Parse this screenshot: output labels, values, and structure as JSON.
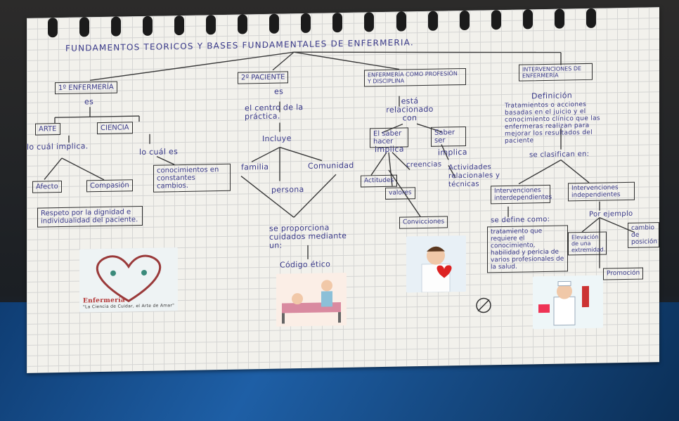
{
  "title": "FUNDAMENTOS TEORICOS Y BASES FUNDAMENTALES DE ENFERMERIA.",
  "col1": {
    "heading": "1º ENFERMERÍA",
    "es": "es",
    "arte": "ARTE",
    "ciencia": "CIENCIA",
    "lo_cual_implica": "lo cuál implica.",
    "lo_cual_es": "lo cuál es",
    "afecto": "Afecto",
    "compasion": "Compasión",
    "conocimientos": "conocimientos en constantes cambios.",
    "respeto": "Respeto por la dignidad e individualidad del paciente.",
    "logo_title": "Enfermería",
    "logo_sub": "\"La Ciencia de Cuidar, el Arte de Amar\""
  },
  "col2": {
    "heading": "2º PACIENTE",
    "es": "es",
    "centro": "el centro de la práctica.",
    "incluye": "Incluye",
    "familia": "familia",
    "comunidad": "Comunidad",
    "persona": "persona",
    "se_proporciona": "se proporciona cuidados mediante un:",
    "codigo": "Código ético"
  },
  "col3": {
    "heading": "ENFERMERÍA COMO PROFESIÓN Y DISCIPLINA",
    "relacionado": "está relacionado con",
    "saber_hacer": "El saber hacer",
    "saber_ser": "Saber ser",
    "implica1": "implica",
    "implica2": "implica",
    "actitudes": "Actitudes",
    "valores": "valores",
    "creencias": "creencias",
    "convicciones": "Convicciones",
    "actividades": "Actividades relacionales y técnicas"
  },
  "col4": {
    "heading": "INTERVENCIONES DE ENFERMERÍA",
    "definicion": "Definición",
    "def_text": "Tratamientos o acciones basadas en el juicio y el conocimiento clínico que las enfermeras realizan para mejorar los resultados del paciente",
    "se_clasifican": "se clasifican en:",
    "interdependientes": "Intervenciones interdependientes",
    "independientes": "Intervenciones independientes",
    "se_define": "se define como:",
    "tratamiento": "tratamiento que requiere el conocimiento, habilidad y pericia de varios profesionales de la salud.",
    "por_ejemplo": "Por ejemplo",
    "elevacion": "Elevación de una extremidad.",
    "cambio": "cambio de posición",
    "promocion": "Promoción"
  },
  "colors": {
    "ink": "#3a3a8a",
    "paper": "#f2f1ec",
    "cloth": "#1e5fa6"
  }
}
